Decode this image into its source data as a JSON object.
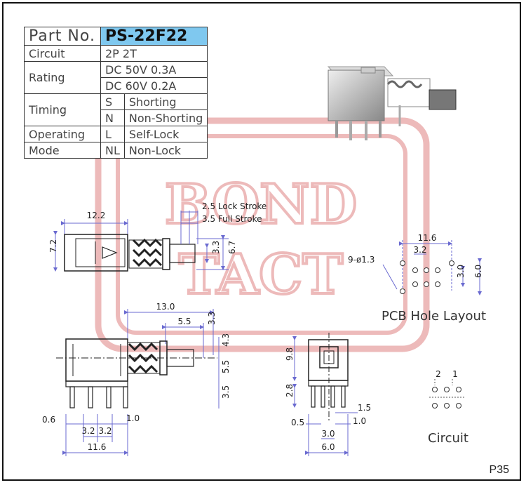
{
  "spec_table": {
    "part_label": "Part No.",
    "part_number": "PS-22F22",
    "circuit_label": "Circuit",
    "circuit_value": "2P 2T",
    "rating_label": "Rating",
    "rating_values": [
      "DC 50V 0.3A",
      "DC 60V 0.2A"
    ],
    "timing_label": "Timing",
    "timing_options": [
      {
        "code": "S",
        "text": "Shorting"
      },
      {
        "code": "N",
        "text": "Non-Shorting"
      }
    ],
    "mode_label_line1": "Operating",
    "mode_label_line2": "Mode",
    "mode_options": [
      {
        "code": "L",
        "text": "Self-Lock"
      },
      {
        "code": "NL",
        "text": "Non-Lock"
      }
    ]
  },
  "watermark": {
    "line1": "BOND",
    "line2": "TACT"
  },
  "side_view": {
    "width_dim": "12.2",
    "height_dim": "7.2",
    "lock_stroke": "2.5 Lock Stroke",
    "full_stroke": "3.5 Full Stroke",
    "dim_33": "3.3",
    "dim_67": "6.7"
  },
  "pcb_layout": {
    "width_dim": "11.6",
    "pitch_dim": "3.2",
    "hole_note": "9-ø1.3",
    "row_dim": "3.0",
    "height_dim": "6.0",
    "title": "PCB Hole Layout"
  },
  "front_view": {
    "dim_130": "13.0",
    "dim_55_top": "5.5",
    "dim_33": "3.3",
    "dim_43": "4.3",
    "dim_55": "5.5",
    "dim_35": "3.5",
    "dim_06": "0.6",
    "dim_32a": "3.2",
    "dim_32b": "3.2",
    "dim_10": "1.0",
    "dim_116": "11.6"
  },
  "end_view": {
    "dim_98": "9.8",
    "dim_28": "2.8",
    "dim_15": "1.5",
    "dim_05": "0.5",
    "dim_10": "1.0",
    "dim_30": "3.0",
    "dim_60": "6.0"
  },
  "circuit": {
    "pin2": "2",
    "pin1": "1",
    "title": "Circuit"
  },
  "page": {
    "number": "P35"
  },
  "colors": {
    "accent": "#7fc8ef",
    "watermark": "#e8a3a3"
  }
}
